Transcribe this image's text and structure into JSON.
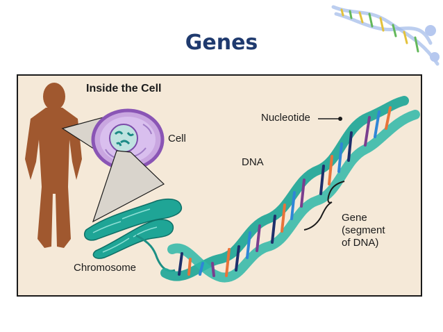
{
  "slide": {
    "title": "Genes"
  },
  "figure": {
    "heading": "Inside the Cell",
    "labels": {
      "cell": "Cell",
      "nucleotide": "Nucleotide",
      "dna": "DNA",
      "chromosome": "Chromosome",
      "gene": "Gene\n(segment\nof DNA)"
    }
  },
  "colors": {
    "title": "#1f3a6e",
    "background": "#f5e9d8",
    "human": "#a0582f",
    "dna_backbone": "#25a99a",
    "base_navy": "#1e2f6b",
    "base_blue": "#2f86d6",
    "base_orange": "#e8733a",
    "base_purple": "#7a3e8e",
    "cell_membrane": "#8a55b5"
  }
}
